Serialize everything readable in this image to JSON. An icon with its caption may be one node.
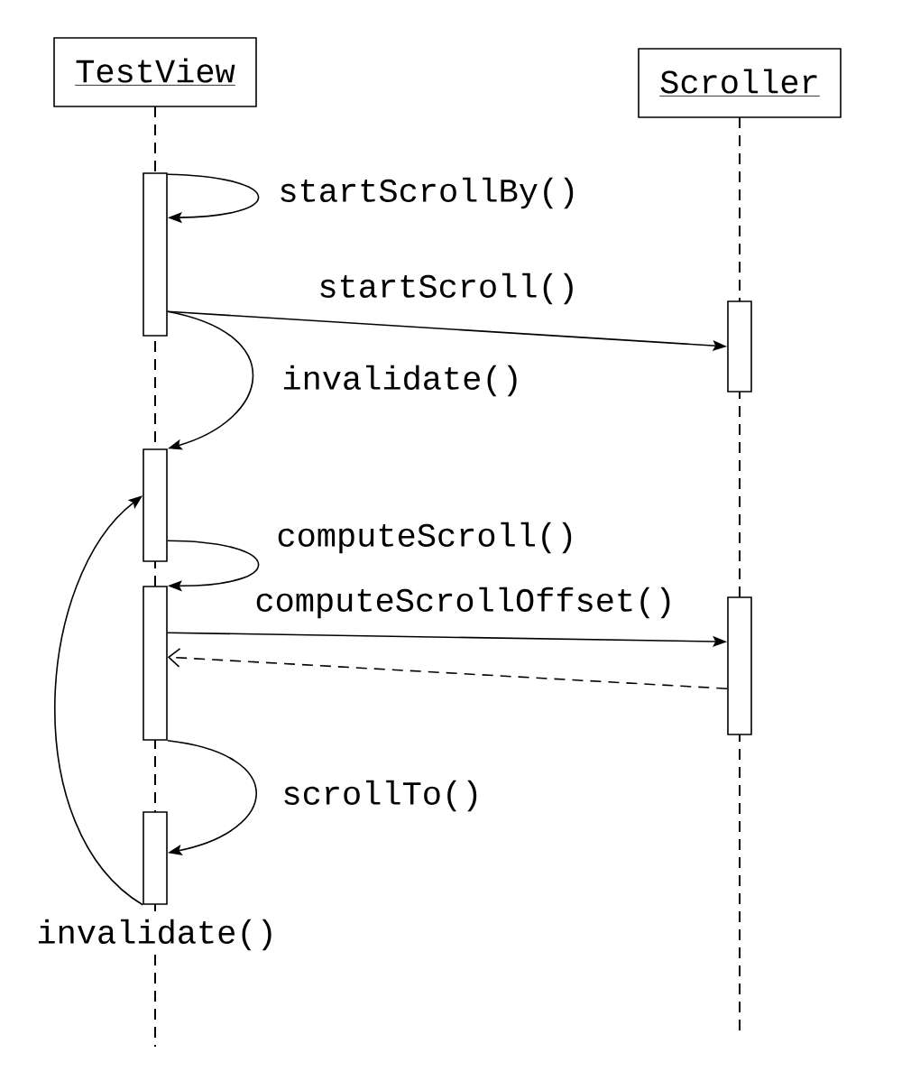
{
  "diagram": {
    "nodes": [
      {
        "text": [
          "TestView"
        ]
      },
      {
        "text": [
          "Scroller"
        ]
      },
      {
        "text": [],
        "shape": "bar"
      },
      {
        "text": [],
        "shape": "bar"
      },
      {
        "text": [],
        "shape": "bar"
      },
      {
        "text": [],
        "shape": "bar"
      },
      {
        "text": [],
        "shape": "bar"
      },
      {
        "text": [],
        "shape": "bar"
      }
    ],
    "edges": [
      {
        "from": 2,
        "to": 2,
        "arrow": "to",
        "label": "startScrollBy()"
      },
      {
        "from": 2,
        "to": 3,
        "arrow": "to",
        "label": "startScroll()"
      },
      {
        "from": 2,
        "to": 4,
        "arrow": "to",
        "label": "invalidate()"
      },
      {
        "from": 4,
        "to": 5,
        "arrow": "to",
        "label": "computeScroll()"
      },
      {
        "from": 5,
        "to": 6,
        "arrow": "to",
        "label": "computeScrollOffset()"
      },
      {
        "from": 6,
        "to": 5,
        "arrow": "to",
        "style": "dashed"
      },
      {
        "from": 5,
        "to": 7,
        "arrow": "to",
        "label": "scrollTo()"
      },
      {
        "from": 7,
        "to": 4,
        "arrow": "to",
        "label": "invalidate()"
      }
    ]
  }
}
